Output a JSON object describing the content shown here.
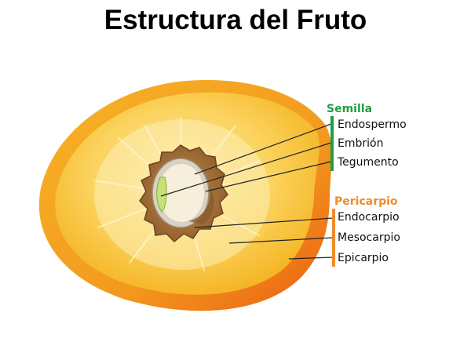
{
  "title": "Estructura del Fruto",
  "colors": {
    "seed_group": "#1f9e46",
    "pericarp_group": "#f08c2a"
  },
  "groups": [
    {
      "name": "Semilla",
      "color": "#1f9e46",
      "items": [
        "Endospermo",
        "Embrión",
        "Tegumento"
      ]
    },
    {
      "name": "Pericarpio",
      "color": "#f08c2a",
      "items": [
        "Endocarpio",
        "Mesocarpio",
        "Epicarpio"
      ]
    }
  ]
}
